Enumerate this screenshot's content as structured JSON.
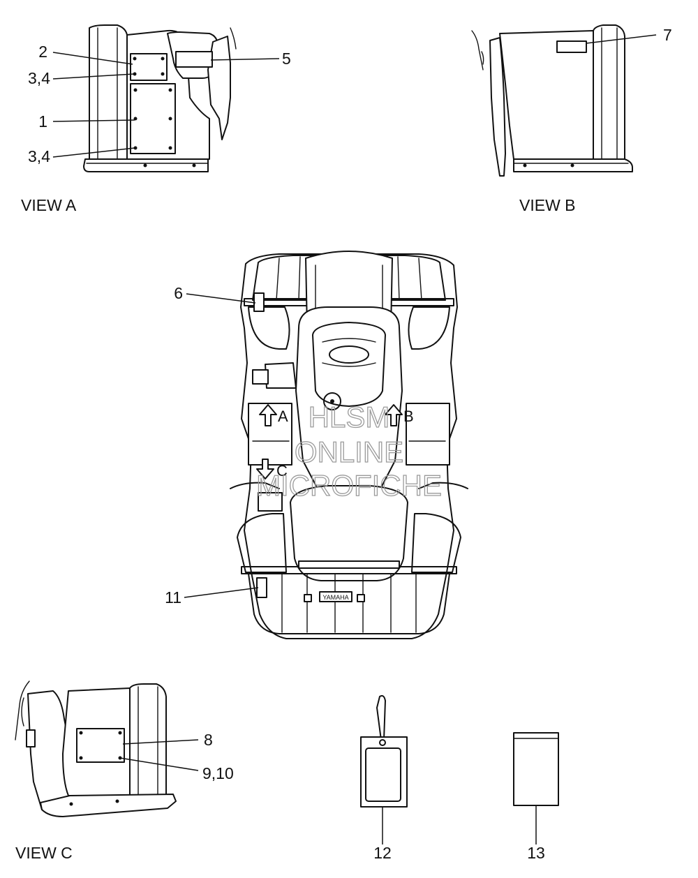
{
  "views": {
    "view_a": "VIEW A",
    "view_b": "VIEW B",
    "view_c": "VIEW C"
  },
  "callouts": {
    "c1": "1",
    "c2": "2",
    "c34a": "3,4",
    "c34b": "3,4",
    "c5": "5",
    "c6": "6",
    "c7": "7",
    "c8": "8",
    "c910": "9,10",
    "c11": "11",
    "c12": "12",
    "c13": "13"
  },
  "arrows": {
    "a": "A",
    "b": "B",
    "c": "C"
  },
  "brand_mark": "YAMAHA",
  "watermark": {
    "line1": "HLSM",
    "line2": "ONLINE",
    "line3": "MICROFICHE"
  }
}
